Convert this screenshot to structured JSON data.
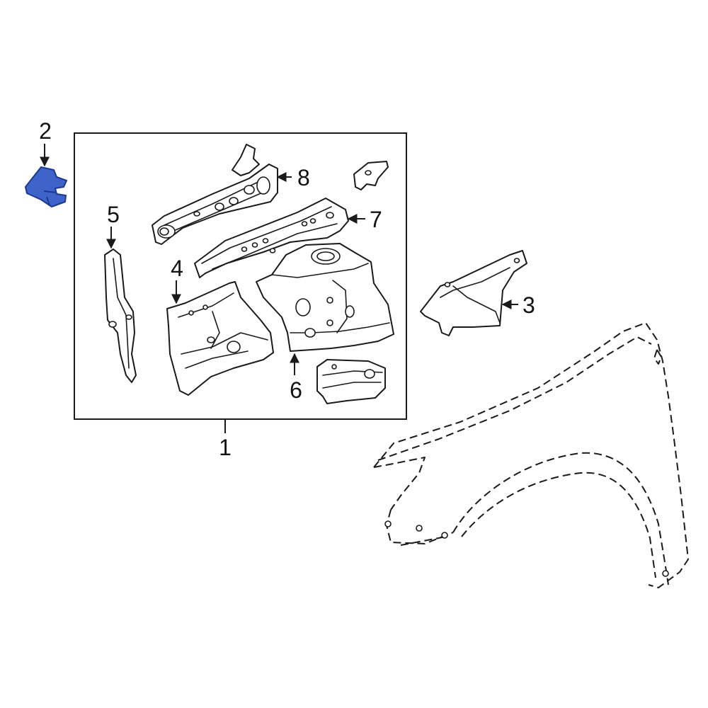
{
  "callouts": {
    "c1": "1",
    "c2": "2",
    "c3": "3",
    "c4": "4",
    "c5": "5",
    "c6": "6",
    "c7": "7",
    "c8": "8"
  },
  "colors": {
    "highlight": "#3e63c9",
    "highlight_stroke": "#1c3a8f",
    "line": "#1a1a1a",
    "background": "#ffffff"
  },
  "highlighted_part": "2"
}
